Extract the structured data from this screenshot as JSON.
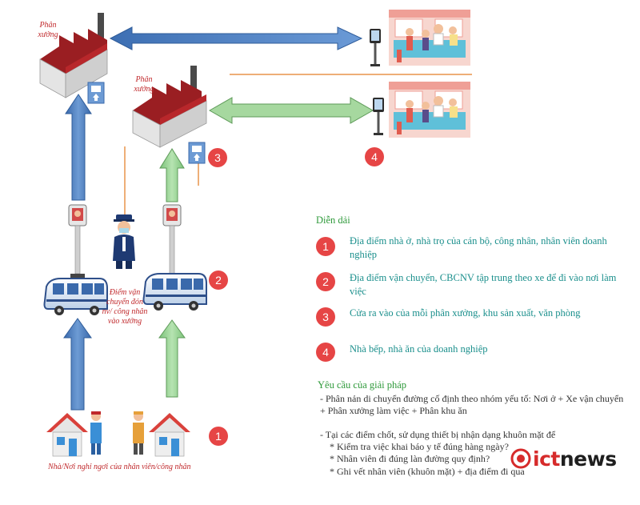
{
  "diagram": {
    "workshop_label_1": "Phân xưởng",
    "workshop_label_2": "Phân xưởng",
    "pickup_label": "Điểm vận chuyển đón nv/ công nhân vào xưởng",
    "home_caption": "Nhà/Nơi nghỉ ngơi của nhân viên/công nhân",
    "step_badges": [
      "1",
      "2",
      "3",
      "4"
    ]
  },
  "legend": {
    "title": "Diễn dải",
    "items": [
      {
        "num": "1",
        "text": "Địa điểm nhà ở, nhà trọ của cán bộ, công nhân, nhân viên doanh nghiệp"
      },
      {
        "num": "2",
        "text": "Địa điểm vận chuyển, CBCNV tập trung theo xe để đi vào nơi làm việc"
      },
      {
        "num": "3",
        "text": "Cửa ra vào của mỗi phân xưởng, khu sản xuất, văn phòng"
      },
      {
        "num": "4",
        "text": "Nhà bếp, nhà ăn của doanh nghiệp"
      }
    ]
  },
  "requirements": {
    "title": "Yêu cầu của giải pháp",
    "line1": "- Phân nản di chuyển đường cố định theo nhóm yếu tố: Nơi ở + Xe vận chuyển + Phân xưởng làm việc + Phân khu ăn",
    "line2": "- Tại các điểm chốt, sử dụng thiết bị nhận dạng khuôn mặt để",
    "bullet1": "* Kiểm tra việc khai báo y tế đúng hàng ngày?",
    "bullet2": "* Nhân viên đi đúng làn đường quy định?",
    "bullet3": "* Ghi vết nhân viên (khuôn mặt) + địa điểm đi qua"
  },
  "logo": {
    "part1": "ict",
    "part2": "news"
  },
  "colors": {
    "blue_arrow": "#4f7fbf",
    "green_arrow": "#8fcf8a",
    "badge": "#e64545",
    "roof": "#8b1f1f",
    "orange_line": "#e8944a"
  }
}
